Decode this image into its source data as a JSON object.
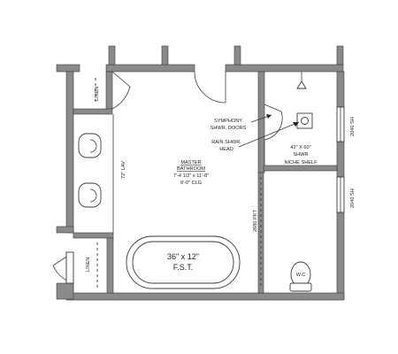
{
  "rooms": {
    "master_name": "MASTER",
    "master_name2": "BATHROOM",
    "master_dims": "7'-4 1/2\" x 11'-8\"",
    "master_ceiling": "9'-0\" CLG"
  },
  "fixtures": {
    "linen_top": "LINEN",
    "linen_bottom": "LINEN",
    "vanity": "72\" LAV",
    "tub_size": "36\" x 12\"",
    "tub_type": "F.S.T.",
    "pocket_door": "2680 PKT",
    "shower_size": "42\" X 60\"",
    "shower_label": "SHWR",
    "niche": "NICHE SHELF",
    "wc": "W.C",
    "window_upper": "2040 SH",
    "window_lower": "2040 SH"
  },
  "notes": {
    "doors_line1": "SYMPHONY",
    "doors_line2": "SHWR. DOORS",
    "head_line1": "RAIN SHWR.",
    "head_line2": "HEAD"
  }
}
